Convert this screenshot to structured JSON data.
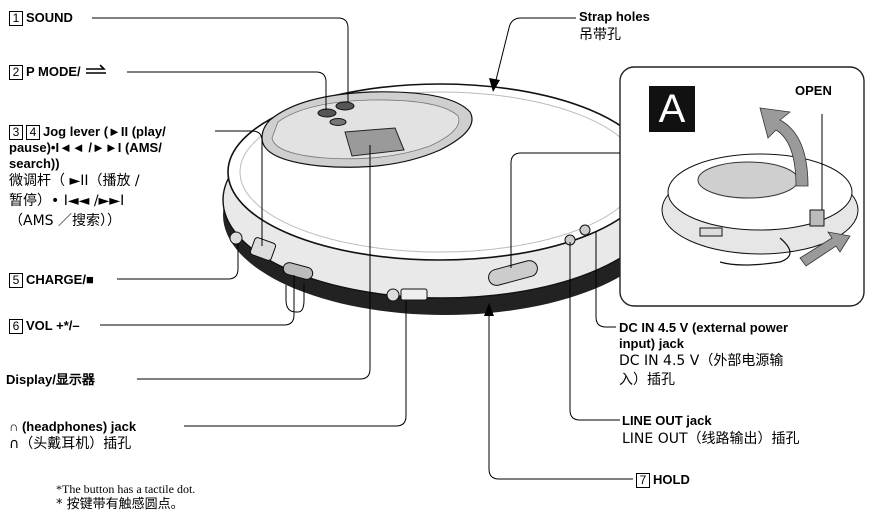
{
  "labels": {
    "sound": {
      "num": "1",
      "text": "SOUND"
    },
    "pmode": {
      "num": "2",
      "text": "P MODE/"
    },
    "jog": {
      "num1": "3",
      "num2": "4",
      "en_line1": "Jog lever (►II (play/",
      "en_line2": "pause)•I◄◄ /►►I (AMS/",
      "en_line3": "search))",
      "cn_line1": "微调杆（ ►II（播放 /",
      "cn_line2": "暂停）• I◄◄ /►►I",
      "cn_line3": "（AMS ／搜索））"
    },
    "charge": {
      "num": "5",
      "text": "CHARGE/■"
    },
    "vol": {
      "num": "6",
      "text": "VOL +*/–"
    },
    "display": {
      "text": "Display/显示器"
    },
    "headphones": {
      "en": "(headphones) jack",
      "cn": "（头戴耳机）插孔"
    },
    "strap": {
      "en": "Strap holes",
      "cn": "吊带孔"
    },
    "dcin": {
      "en_line1": "DC IN 4.5 V (external power",
      "en_line2": "input) jack",
      "cn_line1": "DC IN 4.5 V（外部电源输",
      "cn_line2": "入）插孔"
    },
    "lineout": {
      "en": "LINE OUT jack",
      "cn": "LINE OUT（线路输出）插孔"
    },
    "hold": {
      "num": "7",
      "text": "HOLD"
    },
    "open": {
      "text": "OPEN"
    },
    "inset": {
      "text": "A"
    }
  },
  "footnote": {
    "en": "*The button has a tactile dot.",
    "cn": "* 按键带有触感圆点。"
  }
}
